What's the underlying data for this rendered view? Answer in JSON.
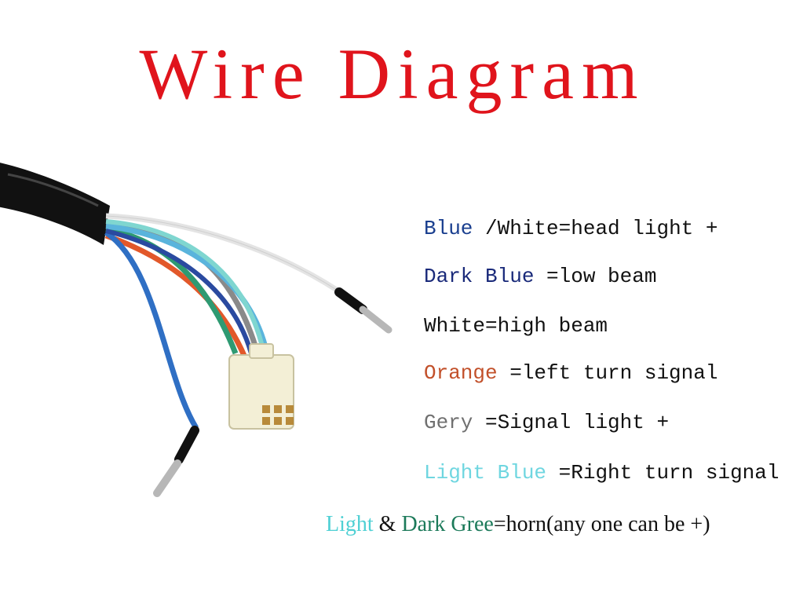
{
  "title": "Wire Diagram",
  "legend": [
    {
      "parts": [
        {
          "text": "Blue",
          "color": "#1a3f8f"
        },
        {
          "text": " /White=head light +",
          "color": "#111111"
        }
      ]
    },
    {
      "parts": [
        {
          "text": "Dark Blue",
          "color": "#1a2a7a"
        },
        {
          "text": " =low beam",
          "color": "#111111"
        }
      ]
    },
    {
      "parts": [
        {
          "text": "White=high beam",
          "color": "#111111"
        }
      ]
    },
    {
      "parts": [
        {
          "text": "Orange",
          "color": "#c2502a"
        },
        {
          "text": " =left turn signal",
          "color": "#111111"
        }
      ]
    },
    {
      "parts": [
        {
          "text": "Gery",
          "color": "#707070"
        },
        {
          "text": " =Signal light +",
          "color": "#111111"
        }
      ]
    },
    {
      "parts": [
        {
          "text": "Light Blue",
          "color": "#6fd6e0"
        },
        {
          "text": " =Right turn signal",
          "color": "#111111"
        }
      ]
    },
    {
      "parts": [
        {
          "text": "Light",
          "color": "#4fd0d4"
        },
        {
          "text": " & ",
          "color": "#111111"
        },
        {
          "text": "Dark Gree",
          "color": "#1c7a5a"
        },
        {
          "text": "=horn(any one can be +)",
          "color": "#111111"
        }
      ]
    }
  ],
  "colors": {
    "title": "#e0141c",
    "sheath": "#111111",
    "wire_blue": "#2f6fc4",
    "wire_dark_blue": "#2a4aa0",
    "wire_white": "#e8e8e8",
    "wire_orange": "#e2582a",
    "wire_grey": "#8a8a8a",
    "wire_light_blue": "#5ab4dc",
    "wire_green": "#2e9a72",
    "wire_light_green": "#5fd0c4",
    "connector": "#f3efd6"
  }
}
